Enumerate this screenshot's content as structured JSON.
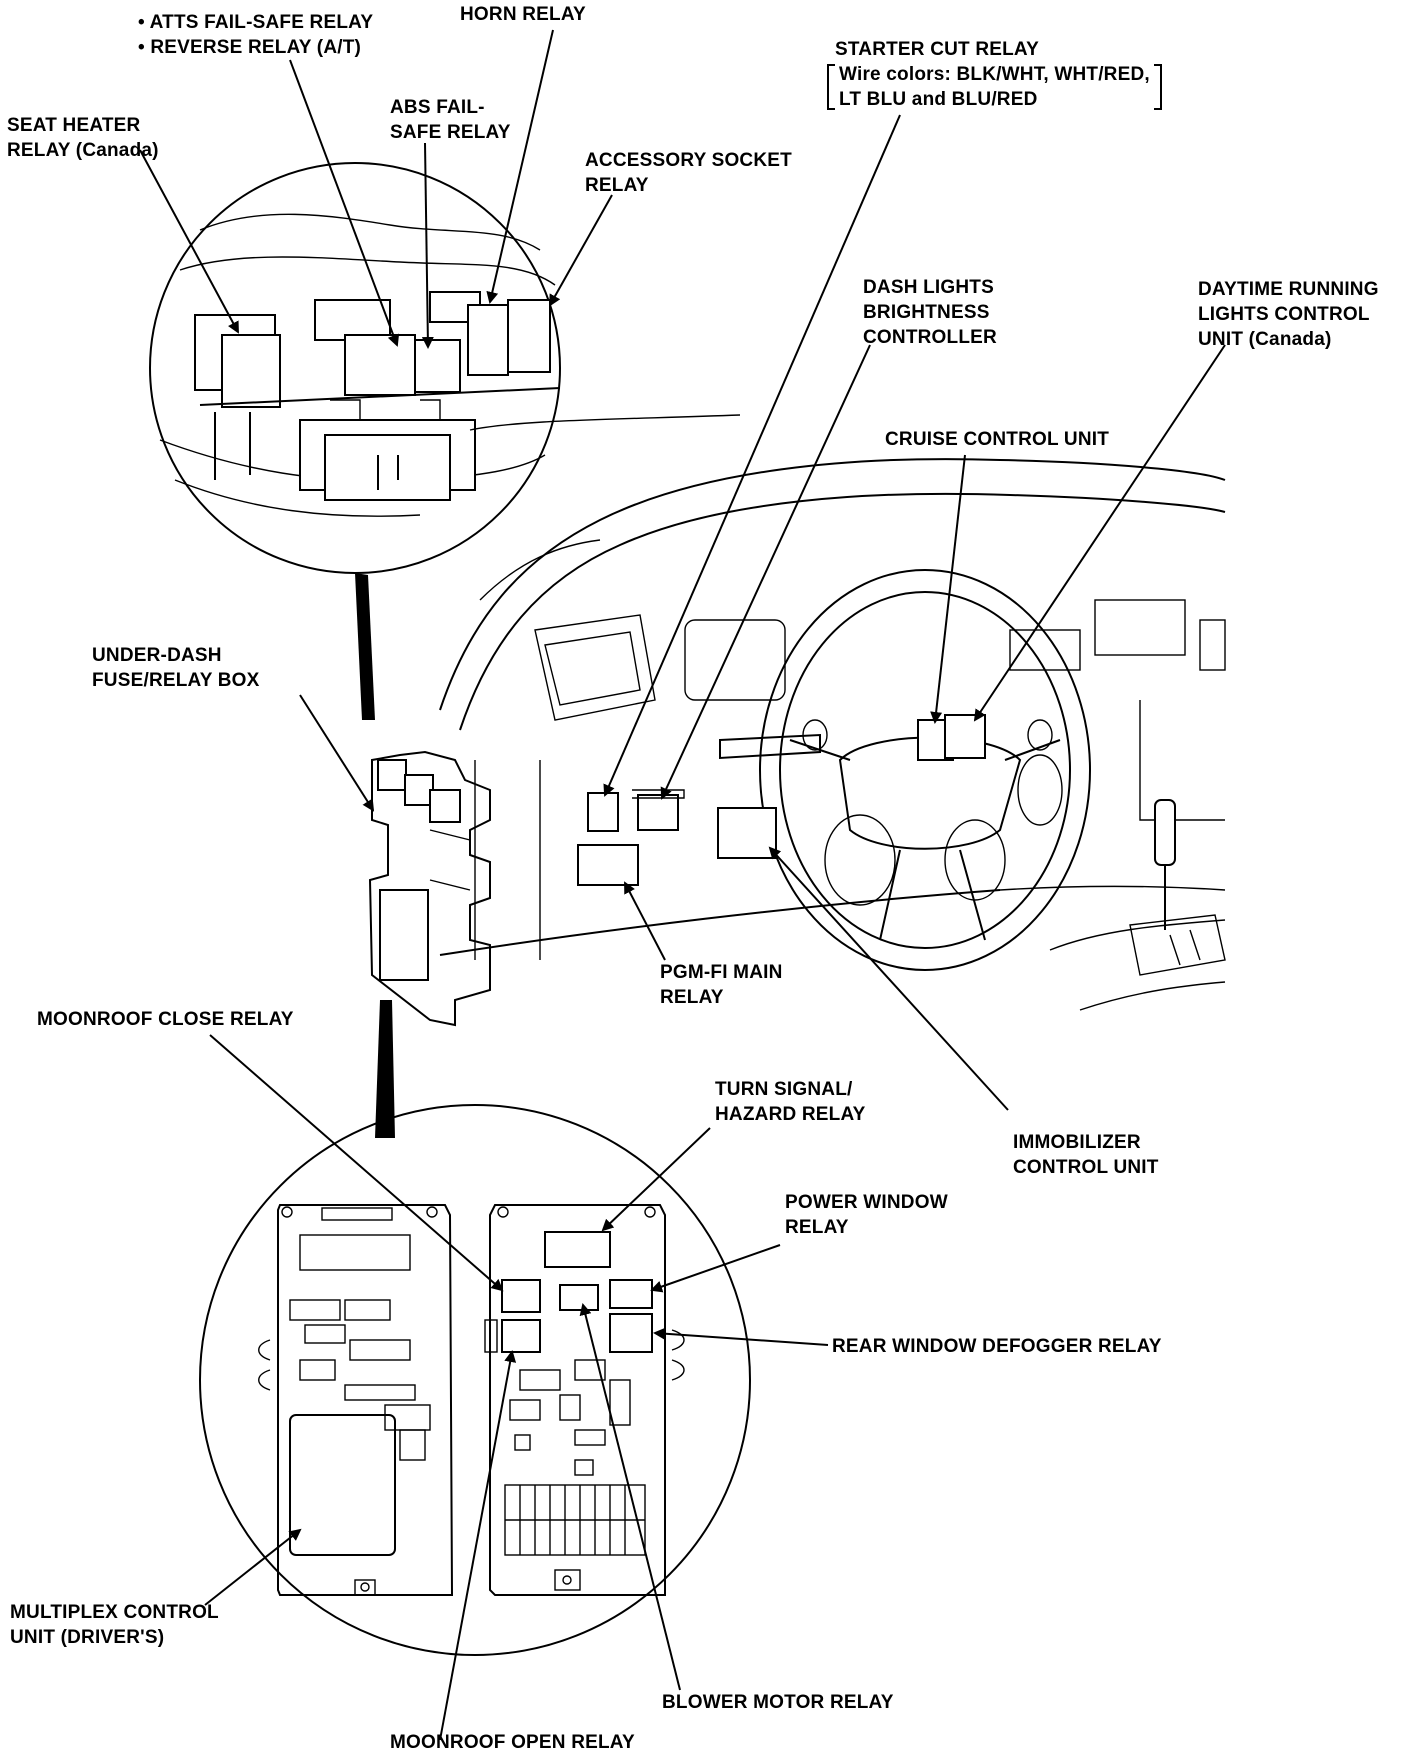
{
  "labels": {
    "atts_relay": "• ATTS FAIL-SAFE RELAY",
    "reverse_relay": "• REVERSE RELAY (A/T)",
    "horn_relay": "HORN RELAY",
    "starter_cut_title": "STARTER CUT RELAY",
    "starter_cut_wire1": "Wire colors: BLK/WHT, WHT/RED,",
    "starter_cut_wire2": "LT BLU and BLU/RED",
    "seat_heater_1": "SEAT HEATER",
    "seat_heater_2": "RELAY (Canada)",
    "abs_1": "ABS FAIL-",
    "abs_2": "SAFE RELAY",
    "accessory_1": "ACCESSORY SOCKET",
    "accessory_2": "RELAY",
    "dash_1": "DASH LIGHTS",
    "dash_2": "BRIGHTNESS",
    "dash_3": "CONTROLLER",
    "drl_1": "DAYTIME RUNNING",
    "drl_2": "LIGHTS CONTROL",
    "drl_3": "UNIT (Canada)",
    "cruise": "CRUISE CONTROL UNIT",
    "underdash_1": "UNDER-DASH",
    "underdash_2": "FUSE/RELAY BOX",
    "pgmfi_1": "PGM-FI MAIN",
    "pgmfi_2": "RELAY",
    "moonroof_close": "MOONROOF CLOSE RELAY",
    "turn_1": "TURN SIGNAL/",
    "turn_2": "HAZARD RELAY",
    "immobilizer_1": "IMMOBILIZER",
    "immobilizer_2": "CONTROL UNIT",
    "power_window_1": "POWER WINDOW",
    "power_window_2": "RELAY",
    "rear_defogger": "REAR WINDOW DEFOGGER RELAY",
    "multiplex_1": "MULTIPLEX CONTROL",
    "multiplex_2": "UNIT (DRIVER'S)",
    "blower": "BLOWER MOTOR RELAY",
    "moonroof_open": "MOONROOF OPEN RELAY"
  },
  "colors": {
    "ink": "#000000",
    "paper": "#ffffff"
  }
}
